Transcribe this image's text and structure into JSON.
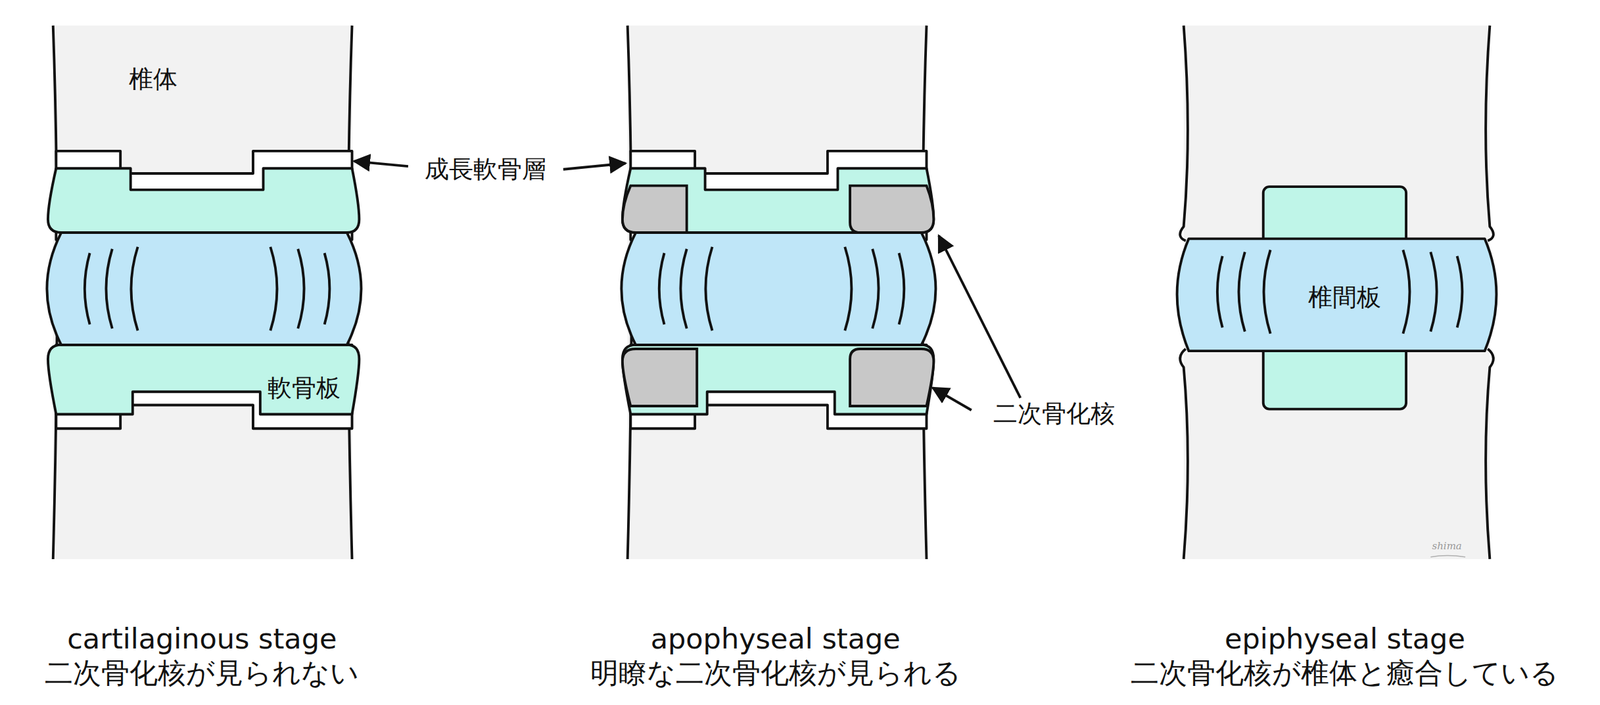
{
  "diagram": {
    "labels": [
      "椎体",
      "成長軟骨層",
      "軟骨板",
      "二次骨化核",
      "椎間板",
      "cartilaginous stage",
      "二次骨化核が見られない",
      "apophyseal stage",
      "明瞭な二次骨化核が見られる",
      "epiphyseal stage",
      "二次骨化核が椎体と癒合している",
      "shima"
    ]
  }
}
